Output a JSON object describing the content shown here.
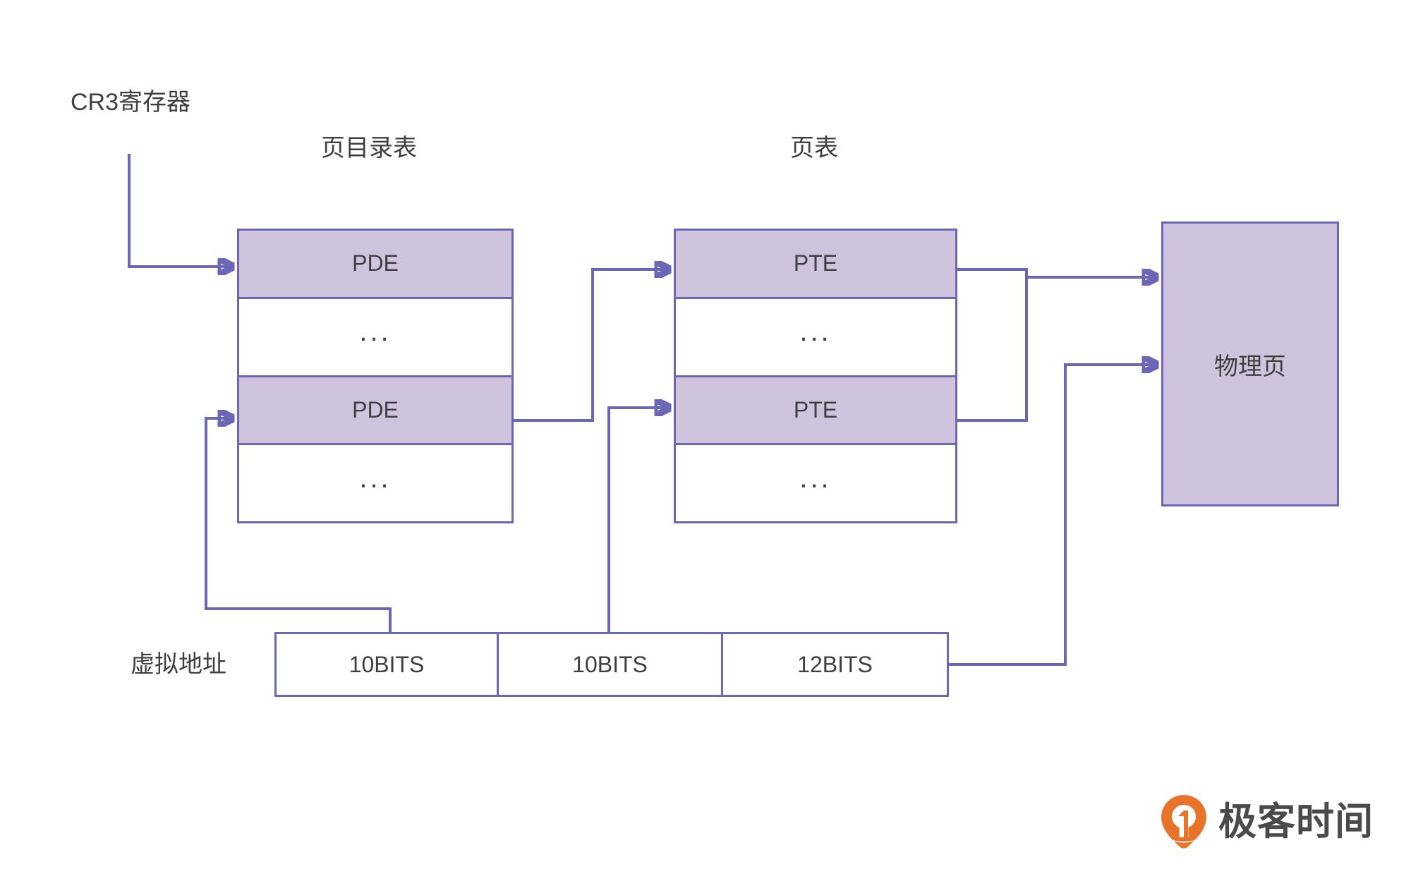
{
  "colors": {
    "stroke": "#6b66b5",
    "fill_highlight": "#cfc3de",
    "text": "#3f3f3f",
    "logo_orange": "#e8742c",
    "logo_text": "#4a4a4a",
    "background": "#ffffff"
  },
  "labels": {
    "cr3_register": "CR3寄存器",
    "page_directory_table": "页目录表",
    "page_table": "页表",
    "virtual_address": "虚拟地址"
  },
  "page_directory_table": {
    "title": "页目录表",
    "rows": [
      {
        "text": "PDE",
        "highlighted": true
      },
      {
        "text": "...",
        "highlighted": false
      },
      {
        "text": "PDE",
        "highlighted": true
      },
      {
        "text": "...",
        "highlighted": false
      }
    ]
  },
  "page_table": {
    "title": "页表",
    "rows": [
      {
        "text": "PTE",
        "highlighted": true
      },
      {
        "text": "...",
        "highlighted": false
      },
      {
        "text": "PTE",
        "highlighted": true
      },
      {
        "text": "...",
        "highlighted": false
      }
    ]
  },
  "physical_page": {
    "label": "物理页"
  },
  "virtual_address": {
    "label": "虚拟地址",
    "segments": [
      {
        "text": "10BITS"
      },
      {
        "text": "10BITS"
      },
      {
        "text": "12BITS"
      }
    ]
  },
  "brand": {
    "name": "极客时间",
    "mark_icon": "geek-time-pin-logo"
  }
}
